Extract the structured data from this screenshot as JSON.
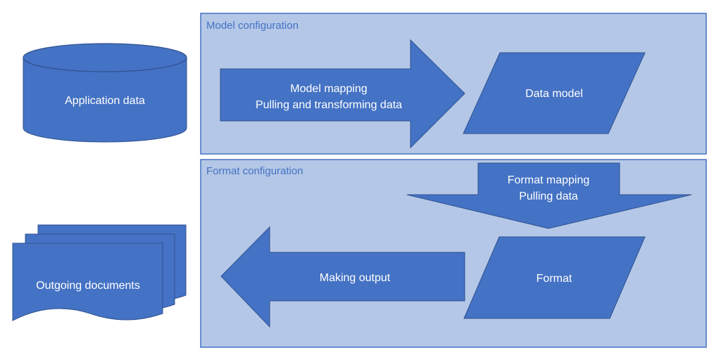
{
  "colors": {
    "shape_fill": "#4472c4",
    "shape_stroke": "#2f528f",
    "panel_fill": "#b4c7e7",
    "panel_stroke": "#4472c4",
    "panel_title": "#4472c4",
    "text": "#ffffff"
  },
  "sources": {
    "application_data": "Application data",
    "outgoing_documents": "Outgoing documents"
  },
  "model_configuration": {
    "title": "Model configuration",
    "mapping_arrow": {
      "line1": "Model mapping",
      "line2": "Pulling and transforming data"
    },
    "data_model": "Data model"
  },
  "format_configuration": {
    "title": "Format configuration",
    "mapping_arrow": {
      "line1": "Format mapping",
      "line2": "Pulling data"
    },
    "format": "Format",
    "output_arrow": "Making output"
  }
}
